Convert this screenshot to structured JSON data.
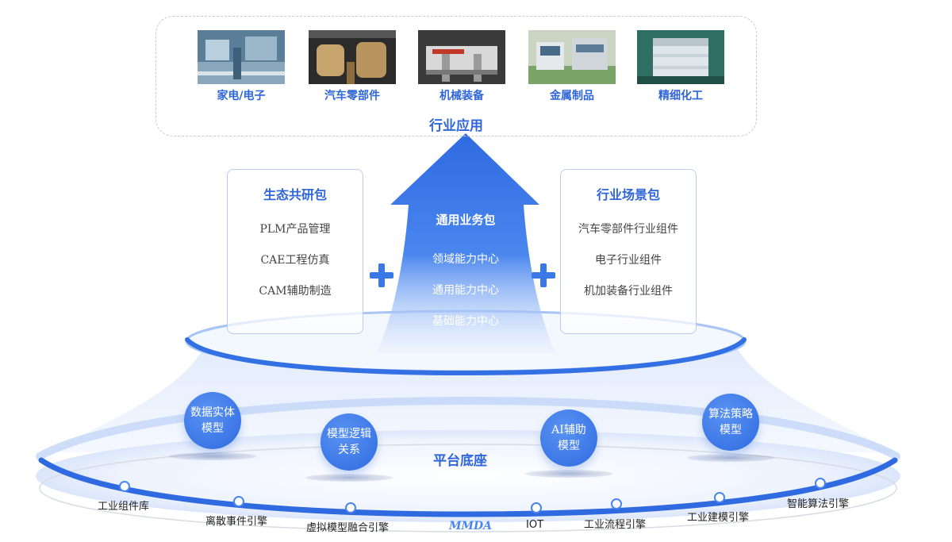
{
  "industry": {
    "title": "行业应用",
    "items": [
      {
        "label": "家电/电子"
      },
      {
        "label": "汽车零部件"
      },
      {
        "label": "机械装备"
      },
      {
        "label": "金属制品"
      },
      {
        "label": "精细化工"
      }
    ]
  },
  "eco_pack": {
    "title": "生态共研包",
    "items": [
      "PLM产品管理",
      "CAE工程仿真",
      "CAM辅助制造"
    ]
  },
  "scene_pack": {
    "title": "行业场景包",
    "items": [
      "汽车零部件行业组件",
      "电子行业组件",
      "机加装备行业组件"
    ]
  },
  "general_pack": {
    "title": "通用业务包",
    "items": [
      "领域能力中心",
      "通用能力中心",
      "基础能力中心"
    ]
  },
  "platform": {
    "title": "平台底座",
    "models": [
      {
        "line1": "数据实体",
        "line2": "模型"
      },
      {
        "line1": "模型逻辑",
        "line2": "关系"
      },
      {
        "line1": "AI辅助",
        "line2": "模型"
      },
      {
        "line1": "算法策略",
        "line2": "模型"
      }
    ],
    "engines": [
      "工业组件库",
      "离散事件引擎",
      "虚拟模型融合引擎",
      "MMDA",
      "IOT",
      "工业流程引擎",
      "工业建模引擎",
      "智能算法引擎"
    ]
  },
  "colors": {
    "accent": "#2f66d8",
    "ring": "#3a78e8",
    "border": "#b9cdf3"
  }
}
